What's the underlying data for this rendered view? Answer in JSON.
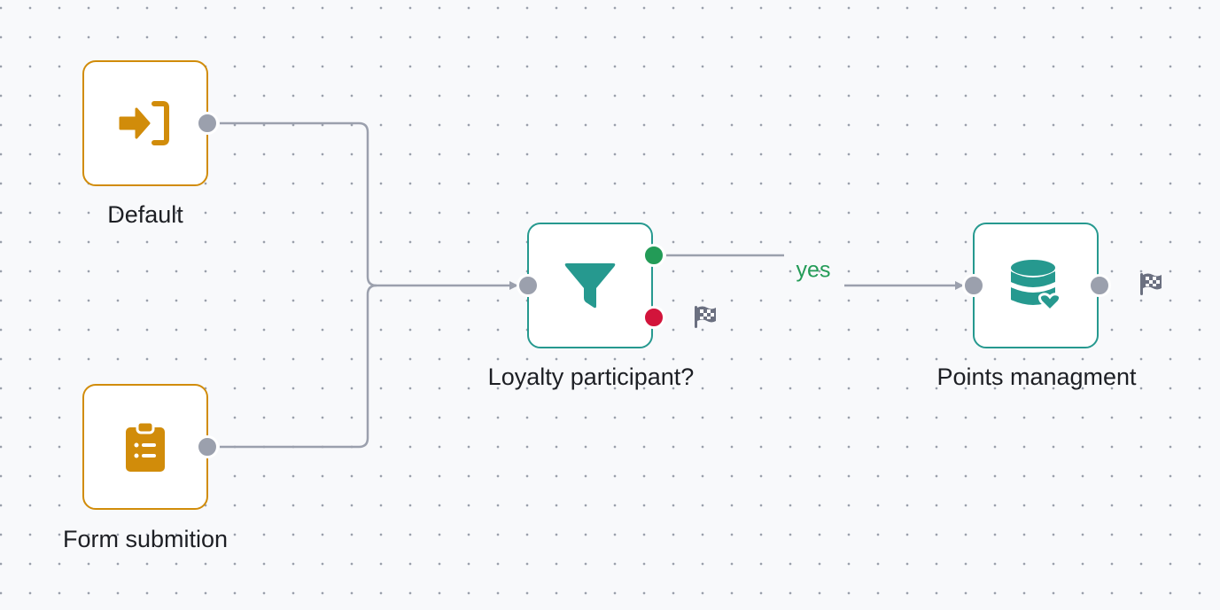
{
  "nodes": {
    "default": {
      "label": "Default",
      "icon": "sign-in-icon"
    },
    "form_submition": {
      "label": "Form submition",
      "icon": "clipboard-list-icon"
    },
    "loyalty": {
      "label": "Loyalty participant?",
      "icon": "filter-icon"
    },
    "points": {
      "label": "Points managment",
      "icon": "database-heart-icon"
    }
  },
  "edges": {
    "yes_label": "yes"
  },
  "colors": {
    "trigger": "#d18c0a",
    "action": "#26998f",
    "yes": "#239b57",
    "no": "#d2143b",
    "port": "#9ba0ad",
    "edge": "#9ba0ad"
  }
}
